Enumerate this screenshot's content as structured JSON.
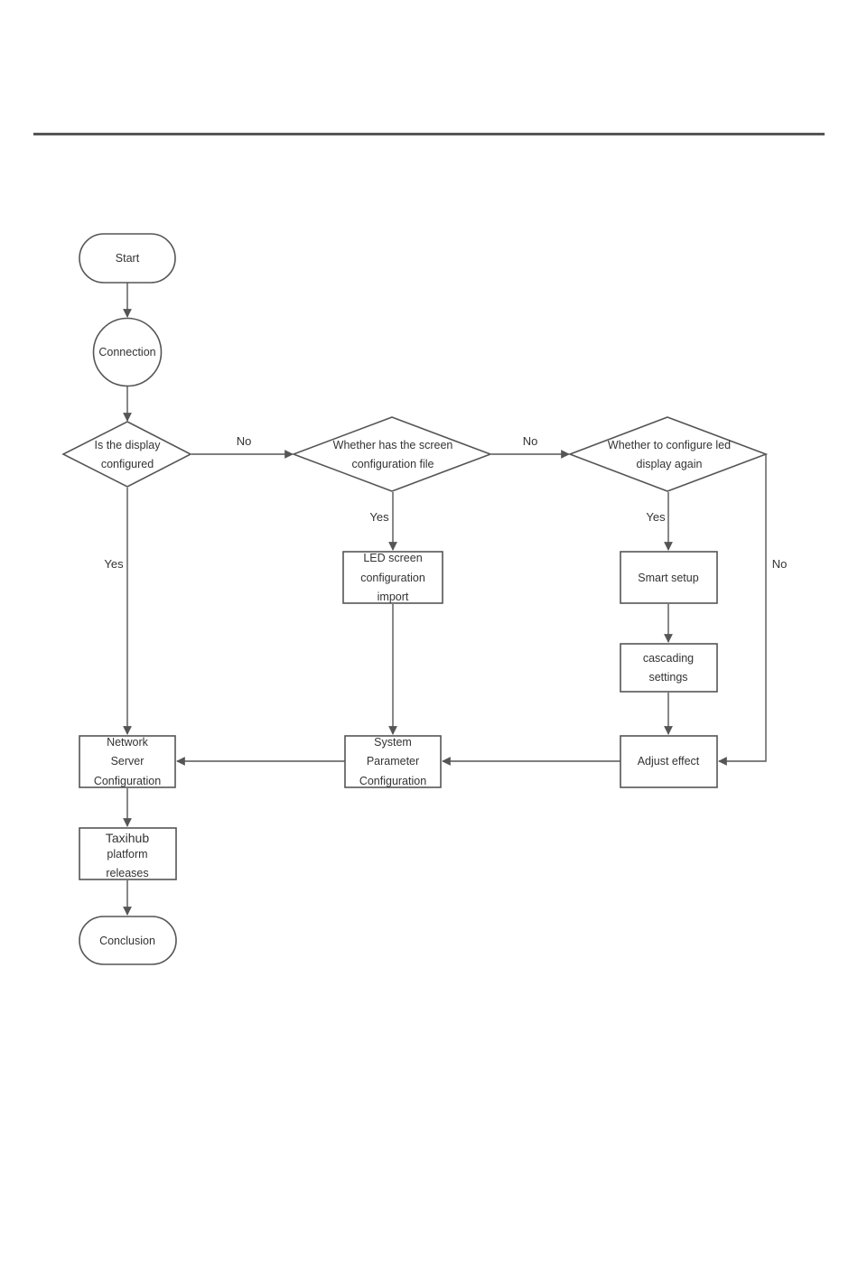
{
  "nodes": {
    "start": "Start",
    "connection": "Connection",
    "is_configured": [
      "Is the display",
      "configured"
    ],
    "has_config_file": [
      "Whether has the screen",
      "configuration file"
    ],
    "configure_again": [
      "Whether to configure led",
      "display again"
    ],
    "led_import": [
      "LED screen",
      "configuration",
      "import"
    ],
    "smart_setup": "Smart setup",
    "cascading": [
      "cascading",
      "settings"
    ],
    "network_server": [
      "Network",
      "Server",
      "Configuration"
    ],
    "system_param": [
      "System",
      "Parameter",
      "Configuration"
    ],
    "adjust_effect": "Adjust effect",
    "taxihub": [
      "Taxihub",
      "platform",
      "releases"
    ],
    "conclusion": "Conclusion"
  },
  "edges": {
    "no": "No",
    "yes": "Yes"
  }
}
